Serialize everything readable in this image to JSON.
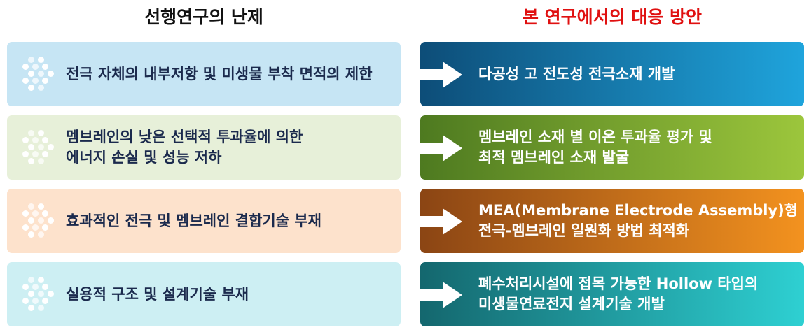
{
  "headers": {
    "left": "선행연구의 난제",
    "right": "본 연구에서의 대응 방안"
  },
  "rows": [
    {
      "problem": [
        "전극 자체의 내부저항 및 미생물 부착 면적의 제한"
      ],
      "solution": [
        "다공성 고 전도성 전극소재 개발"
      ]
    },
    {
      "problem": [
        "멤브레인의 낮은 선택적 투과율에 의한",
        "에너지 손실 및 성능 저하"
      ],
      "solution": [
        "멤브레인 소재 별 이온 투과율 평가 및",
        "최적 멤브레인 소재 발굴"
      ]
    },
    {
      "problem": [
        "효과적인 전극 및 멤브레인 결합기술 부재"
      ],
      "solution": [
        "MEA(Membrane Electrode Assembly)형",
        "전극-멤브레인 일원화 방법 최적화"
      ]
    },
    {
      "problem": [
        "실용적 구조 및 설계기술 부재"
      ],
      "solution": [
        "폐수처리시설에 접목 가능한 Hollow 타입의",
        "미생물연료전지 설계기술 개발"
      ]
    }
  ],
  "colors": {
    "left_boxes": [
      "#c6e5f4",
      "#e7f0d9",
      "#fde2cc",
      "#cdeff3"
    ],
    "right_gradients": [
      [
        "#0d4d78",
        "#1fa4dc"
      ],
      [
        "#4e7a20",
        "#9cc63c"
      ],
      [
        "#8b4514",
        "#f3921f"
      ],
      [
        "#14676e",
        "#2ed0d2"
      ]
    ],
    "arrow": "#ffffff"
  },
  "icons": {
    "bullet": "dot-cluster-icon",
    "connector": "right-arrow-icon"
  }
}
